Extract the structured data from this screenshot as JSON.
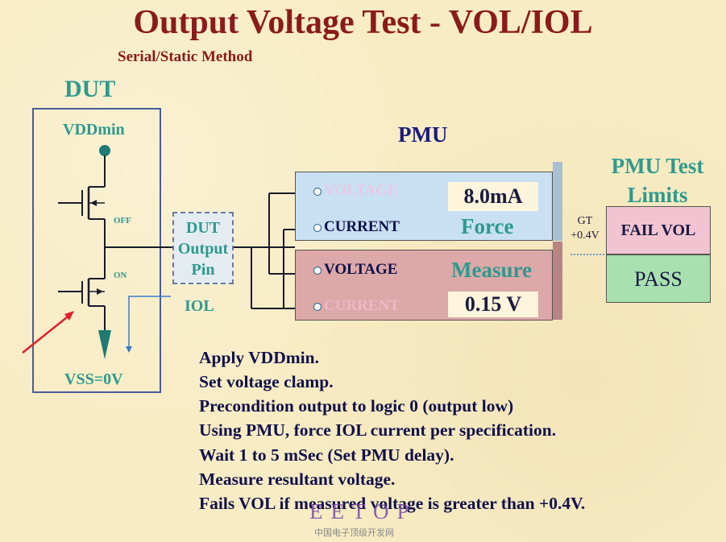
{
  "title": "Output Voltage Test - VOL/IOL",
  "subtitle": "Serial/Static Method",
  "dut": {
    "label": "DUT",
    "vdd_label": "VDDmin",
    "vss_label": "VSS=0V",
    "off_label": "OFF",
    "on_label": "ON",
    "pin_lines": [
      "DUT",
      "Output",
      "Pin"
    ],
    "iol_label": "IOL"
  },
  "pmu": {
    "label": "PMU",
    "force": {
      "voltage_terminal": "VOLTAGE",
      "current_terminal": "CURRENT",
      "value": "8.0mA",
      "mode": "Force"
    },
    "measure": {
      "voltage_terminal": "VOLTAGE",
      "current_terminal": "CURRENT",
      "mode": "Measure",
      "value": "0.15 V"
    }
  },
  "limits": {
    "title_line1": "PMU Test",
    "title_line2": "Limits",
    "gt_line1": "GT",
    "gt_line2": "+0.4V",
    "fail": "FAIL VOL",
    "pass": "PASS"
  },
  "steps": [
    "Apply VDDmin.",
    "Set voltage clamp.",
    "Precondition output to logic 0 (output low)",
    "Using PMU, force IOL current per specification.",
    "Wait 1 to 5 mSec (Set PMU delay).",
    "Measure resultant voltage.",
    "Fails VOL if measured voltage is greater than +0.4V."
  ],
  "watermark": {
    "text": "EETOP",
    "subtext": "中国电子顶级开发网"
  },
  "colors": {
    "title": "#8b1a1a",
    "teal": "#2e9a8e",
    "navy": "#10104a",
    "force_box": "#c8e0f2",
    "measure_box": "#dca8a8",
    "fail": "#f2c4d2",
    "pass": "#a8e0b0",
    "arrow": "#e0202a"
  }
}
